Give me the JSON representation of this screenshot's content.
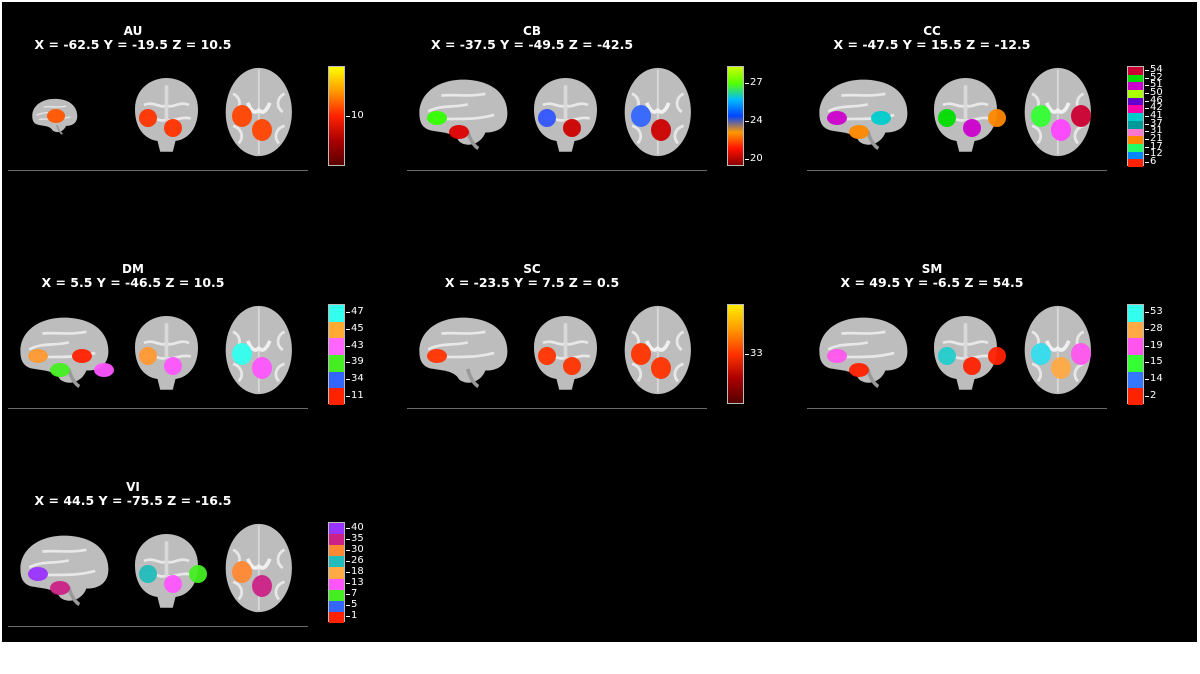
{
  "panels": [
    {
      "id": "AU",
      "title": "AU",
      "coords": "X = -62.5 Y = -19.5 Z = 10.5",
      "colorbar": {
        "type": "gradient",
        "stops": [
          "#ffff00",
          "#ff9900",
          "#ff2200",
          "#aa0000",
          "#5a0000"
        ],
        "ticks": [
          "10"
        ]
      },
      "blobs": {
        "sag": [
          "#ff5500"
        ],
        "cor": [
          "#ff3300",
          "#ff3300"
        ],
        "ax": [
          "#ff4400",
          "#ff4400"
        ]
      }
    },
    {
      "id": "CB",
      "title": "CB",
      "coords": "X = -37.5 Y = -49.5 Z = -42.5",
      "colorbar": {
        "type": "gradient",
        "stops": [
          "#ccff00",
          "#55ff00",
          "#00bbff",
          "#0044ff",
          "#ff9900",
          "#ff1100",
          "#880000"
        ],
        "ticks": [
          "27",
          "24",
          "20"
        ]
      },
      "blobs": {
        "sag": [
          "#33ff00",
          "#dd0000"
        ],
        "cor": [
          "#3355ff",
          "#cc0000"
        ],
        "ax": [
          "#3366ff",
          "#cc0000"
        ]
      }
    },
    {
      "id": "CC",
      "title": "CC",
      "coords": "X = -47.5 Y = 15.5 Z = -12.5",
      "colorbar": {
        "type": "discrete",
        "bins": [
          "#cc0033",
          "#00dd00",
          "#cc00cc",
          "#aaff00",
          "#6600cc",
          "#ff00aa",
          "#00cccc",
          "#009999",
          "#ff77cc",
          "#ff8800",
          "#22ff66",
          "#0088ff",
          "#ff2200"
        ],
        "ticks": [
          "54",
          "52",
          "51",
          "50",
          "46",
          "42",
          "41",
          "37",
          "31",
          "21",
          "17",
          "12",
          "6"
        ]
      },
      "blobs": {
        "sag": [
          "#cc00cc",
          "#ff8800",
          "#00cccc"
        ],
        "cor": [
          "#00dd00",
          "#cc00cc",
          "#ff8800"
        ],
        "ax": [
          "#33ff33",
          "#ff44ff",
          "#cc0033"
        ]
      }
    },
    {
      "id": "DM",
      "title": "DM",
      "coords": "X = 5.5 Y = -46.5 Z = 10.5",
      "colorbar": {
        "type": "discrete",
        "bins": [
          "#33ffee",
          "#ffaa33",
          "#ff66ff",
          "#44ee22",
          "#3366ff",
          "#ff2200"
        ],
        "ticks": [
          "47",
          "45",
          "43",
          "39",
          "34",
          "11"
        ]
      },
      "blobs": {
        "sag": [
          "#ff9933",
          "#44ee22",
          "#ff2200",
          "#ff55ff"
        ],
        "cor": [
          "#ff9933",
          "#ff55ff"
        ],
        "ax": [
          "#33ffee",
          "#ff55ff"
        ]
      }
    },
    {
      "id": "SC",
      "title": "SC",
      "coords": "X = -23.5 Y = 7.5 Z = 0.5",
      "colorbar": {
        "type": "gradient",
        "stops": [
          "#ffee00",
          "#ff9900",
          "#ff3300",
          "#aa0000",
          "#550000"
        ],
        "ticks": [
          "33"
        ]
      },
      "blobs": {
        "sag": [
          "#ff3300"
        ],
        "cor": [
          "#ff3300",
          "#ff3300"
        ],
        "ax": [
          "#ff3300",
          "#ff3300"
        ]
      }
    },
    {
      "id": "SM",
      "title": "SM",
      "coords": "X = 49.5 Y = -6.5 Z = 54.5",
      "colorbar": {
        "type": "discrete",
        "bins": [
          "#33ffee",
          "#ffaa44",
          "#ff55ee",
          "#33ff33",
          "#3377ff",
          "#ff2200"
        ],
        "ticks": [
          "53",
          "28",
          "19",
          "15",
          "14",
          "2"
        ]
      },
      "blobs": {
        "sag": [
          "#ff55ee",
          "#ff2200"
        ],
        "cor": [
          "#22cccc",
          "#ff2200",
          "#ff2200"
        ],
        "ax": [
          "#33ddee",
          "#ffaa44",
          "#ff55ee"
        ]
      }
    },
    {
      "id": "VI",
      "title": "VI",
      "coords": "X = 44.5 Y = -75.5 Z = -16.5",
      "colorbar": {
        "type": "discrete",
        "bins": [
          "#9933ff",
          "#cc2288",
          "#ff8833",
          "#22bbbb",
          "#ffaa44",
          "#ff55ff",
          "#44ee22",
          "#3366ff",
          "#ff2200"
        ],
        "ticks": [
          "40",
          "35",
          "30",
          "26",
          "18",
          "13",
          "7",
          "5",
          "1"
        ]
      },
      "blobs": {
        "sag": [
          "#9933ff",
          "#cc2288"
        ],
        "cor": [
          "#22bbbb",
          "#ff55ff",
          "#44ee22"
        ],
        "ax": [
          "#ff8833",
          "#cc2288"
        ]
      }
    }
  ]
}
